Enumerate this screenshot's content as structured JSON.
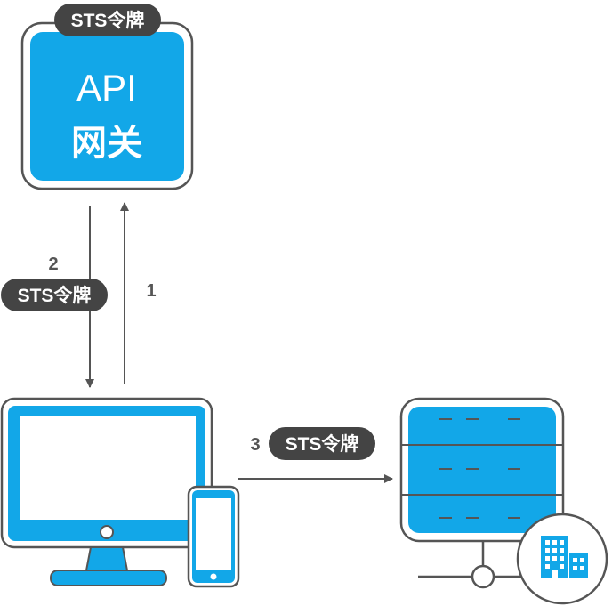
{
  "gateway": {
    "line1": "API",
    "line2": "网关",
    "token": "STS令牌"
  },
  "steps": [
    {
      "number": "1"
    },
    {
      "number": "2",
      "token": "STS令牌"
    },
    {
      "number": "3",
      "token": "STS令牌"
    }
  ],
  "colors": {
    "accent": "#12A7E8",
    "outline": "#555555",
    "pill": "#444444",
    "arrow": "#555555"
  },
  "icons": [
    "desktop-monitor-icon",
    "smartphone-icon",
    "server-icon",
    "office-building-icon"
  ]
}
